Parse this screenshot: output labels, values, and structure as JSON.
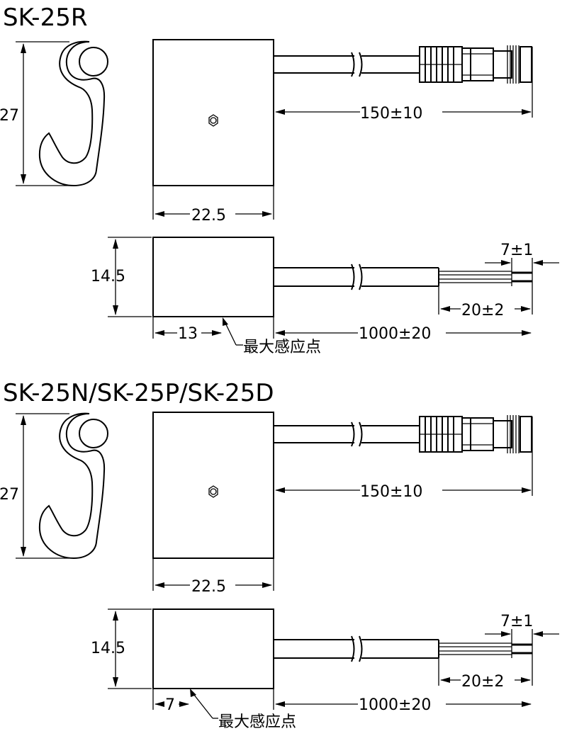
{
  "drawing": {
    "title_top": "SK-25R",
    "title_bottom": "SK-25N/SK-25P/SK-25D",
    "dims": {
      "height": "27",
      "width": "22.5",
      "cable_short": "150±10",
      "thickness": "14.5",
      "strip_len": "7±1",
      "lead_len": "20±2",
      "cable_long": "1000±20",
      "sense_offset_top": "13",
      "sense_offset_bottom": "7"
    },
    "max_sense_point": "最大感应点"
  }
}
